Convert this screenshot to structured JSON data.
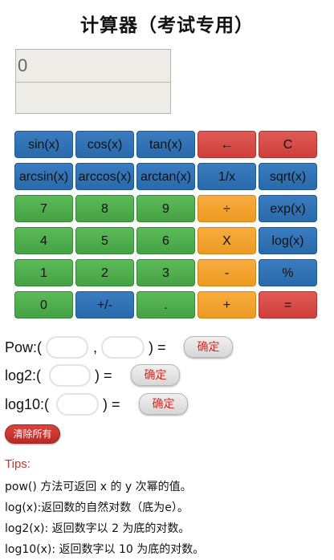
{
  "title": "计算器（考试专用）",
  "display": {
    "main": "0",
    "secondary": ""
  },
  "keys": [
    [
      "sin(x)",
      "cos(x)",
      "tan(x)",
      "←",
      "C"
    ],
    [
      "arcsin(x)",
      "arccos(x)",
      "arctan(x)",
      "1/x",
      "sqrt(x)"
    ],
    [
      "7",
      "8",
      "9",
      "÷",
      "exp(x)"
    ],
    [
      "4",
      "5",
      "6",
      "X",
      "log(x)"
    ],
    [
      "1",
      "2",
      "3",
      "-",
      "%"
    ],
    [
      "0",
      "+/-",
      ".",
      "+",
      "="
    ]
  ],
  "key_colors": [
    [
      "blue",
      "blue",
      "blue",
      "red",
      "red"
    ],
    [
      "blue",
      "blue",
      "blue",
      "blue",
      "blue"
    ],
    [
      "green",
      "green",
      "green",
      "orange",
      "blue"
    ],
    [
      "green",
      "green",
      "green",
      "orange",
      "blue"
    ],
    [
      "green",
      "green",
      "green",
      "orange",
      "blue"
    ],
    [
      "green",
      "blue",
      "green",
      "orange",
      "red"
    ]
  ],
  "pow": {
    "label": "Pow:(",
    "sep": ",",
    "end": ") =",
    "button": "确定",
    "a": "",
    "b": ""
  },
  "log2": {
    "label": "log2:(",
    "end": ") =",
    "button": "确定",
    "value": ""
  },
  "log10": {
    "label": "log10:(",
    "end": ") =",
    "button": "确定",
    "value": ""
  },
  "clear_all": "清除所有",
  "tips": {
    "title": "Tips:",
    "lines": [
      "pow() 方法可返回 x 的 y 次幂的值。",
      "log(x):返回数的自然对数（底为e）。",
      "log2(x): 返回数字以 2 为底的对数。",
      "log10(x): 返回数字以 10 为底的对数。"
    ]
  }
}
